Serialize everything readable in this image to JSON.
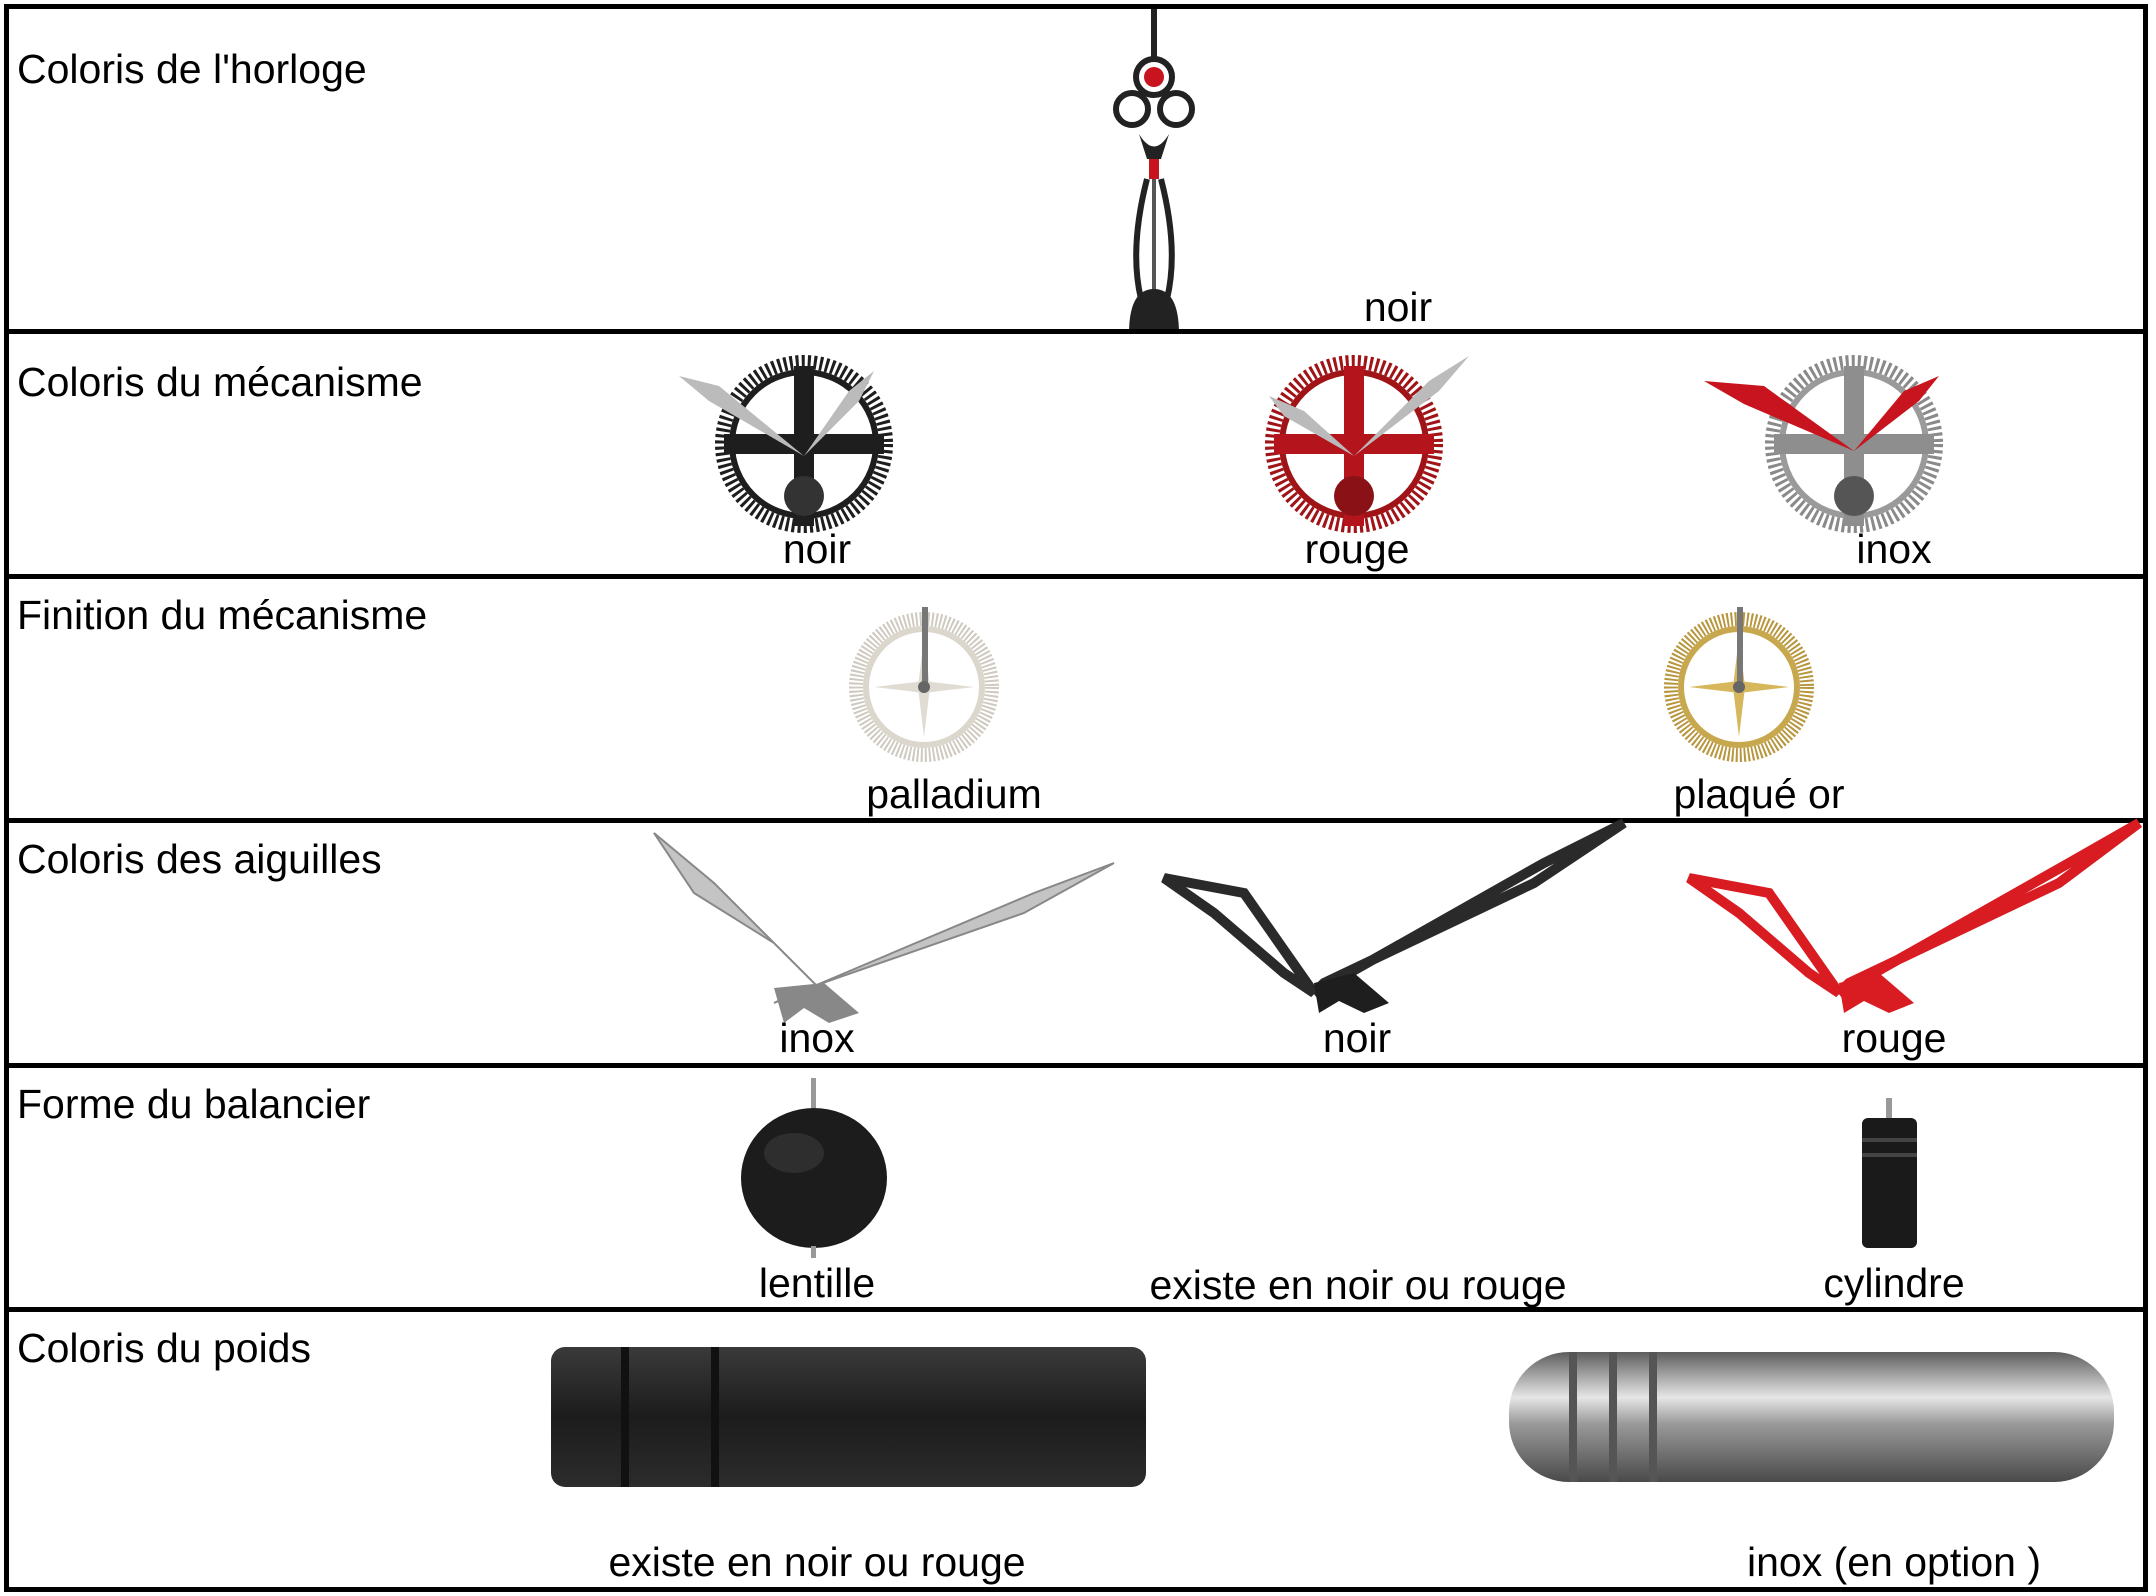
{
  "rows": [
    {
      "title": "Coloris de l'horloge",
      "options": [
        "noir"
      ]
    },
    {
      "title": "Coloris du mécanisme",
      "options": [
        "noir",
        "rouge",
        "inox"
      ]
    },
    {
      "title": "Finition du mécanisme",
      "options": [
        "palladium",
        "plaqué or"
      ]
    },
    {
      "title": "Coloris des aiguilles",
      "options": [
        "inox",
        "noir",
        "rouge"
      ]
    },
    {
      "title": "Forme du balancier",
      "options": [
        "lentille",
        "existe en noir ou rouge",
        "cylindre"
      ]
    },
    {
      "title": "Coloris du poids",
      "options": [
        "existe en noir ou rouge",
        "inox (en option )"
      ]
    }
  ],
  "colors": {
    "black": "#1a1a1a",
    "red": "#c8141e",
    "steel": "#b4b4b4",
    "gold": "#c8a84e",
    "palladium": "#e0dcd4"
  }
}
